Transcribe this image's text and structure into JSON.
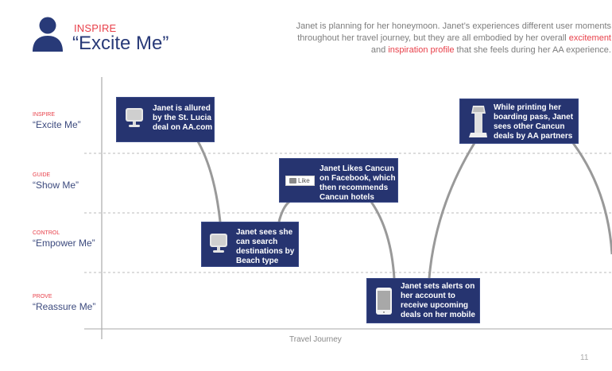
{
  "header": {
    "persona_icon": "person-icon",
    "kicker": "INSPIRE",
    "title": "“Excite Me”",
    "intro": {
      "line1": "Janet is planning for her honeymoon.  Janet’s experiences different user moments",
      "line2_pre": "throughout her travel journey, but they are all embodied by her overall ",
      "line2_hl": "excitement",
      "line3_pre": "and ",
      "line3_hl": "inspiration profile",
      "line3_post": " that she feels during her AA experience."
    }
  },
  "rows": [
    {
      "kicker": "INSPIRE",
      "name": "“Excite Me”"
    },
    {
      "kicker": "GUIDE",
      "name": "“Show Me”"
    },
    {
      "kicker": "CONTROL",
      "name": "“Empower Me”"
    },
    {
      "kicker": "PROVE",
      "name": "“Reassure Me”"
    }
  ],
  "cards": [
    {
      "icon": "desktop-monitor-icon",
      "text": "Janet is allured by the St. Lucia deal on AA.com",
      "row": "INSPIRE"
    },
    {
      "icon": "desktop-monitor-icon",
      "text": "Janet sees she can search destinations by Beach type",
      "row": "CONTROL"
    },
    {
      "icon": "facebook-like-icon",
      "like_label": "Like",
      "text": "Janet Likes Cancun on Facebook, which then recommends Cancun hotels",
      "row": "GUIDE"
    },
    {
      "icon": "mobile-phone-icon",
      "text": "Janet sets alerts on her account to receive upcoming deals on her mobile",
      "row": "PROVE"
    },
    {
      "icon": "kiosk-icon",
      "text": "While printing her boarding pass, Janet sees other Cancun deals by AA partners",
      "row": "INSPIRE"
    }
  ],
  "axis": {
    "x_label": "Travel Journey"
  },
  "page_number": "11",
  "colors": {
    "accent_red": "#e8404a",
    "navy": "#263470",
    "line_gray": "#999999"
  }
}
